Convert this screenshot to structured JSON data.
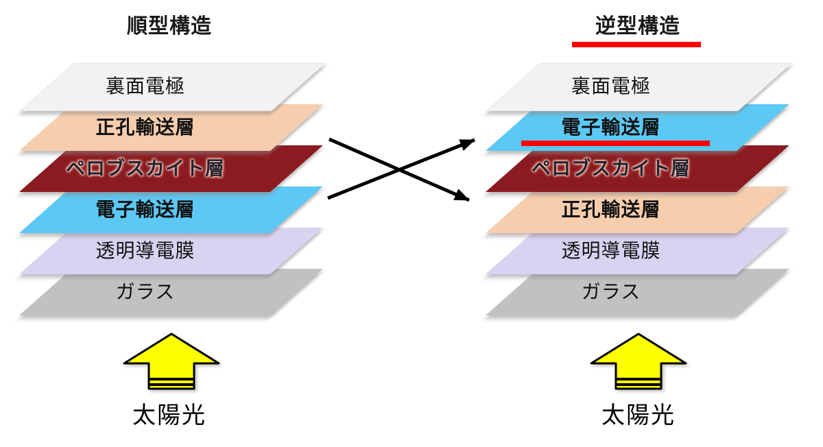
{
  "diagram": {
    "left": {
      "title": "順型構造",
      "layers": [
        {
          "label": "裏面電極",
          "color": "#f2f1f3"
        },
        {
          "label": "正孔輸送層",
          "color": "#f6cead"
        },
        {
          "label": "ペロブスカイト層",
          "color": "#8b1b20"
        },
        {
          "label": "電子輸送層",
          "color": "#5cc8f4"
        },
        {
          "label": "透明導電膜",
          "color": "#d9d3f1"
        },
        {
          "label": "ガラス",
          "color": "#c1c0c2"
        }
      ],
      "sun_label": "太陽光"
    },
    "right": {
      "title": "逆型構造",
      "layers": [
        {
          "label": "裏面電極",
          "color": "#f2f1f3"
        },
        {
          "label": "電子輸送層",
          "color": "#5cc8f4"
        },
        {
          "label": "ペロブスカイト層",
          "color": "#8b1b20"
        },
        {
          "label": "正孔輸送層",
          "color": "#f6cead"
        },
        {
          "label": "透明導電膜",
          "color": "#d9d3f1"
        },
        {
          "label": "ガラス",
          "color": "#c1c0c2"
        }
      ],
      "sun_label": "太陽光"
    },
    "highlight_color": "#ff0000",
    "swap_arrow_color": "#000000",
    "sun_arrow_fill": "#ffff00"
  }
}
